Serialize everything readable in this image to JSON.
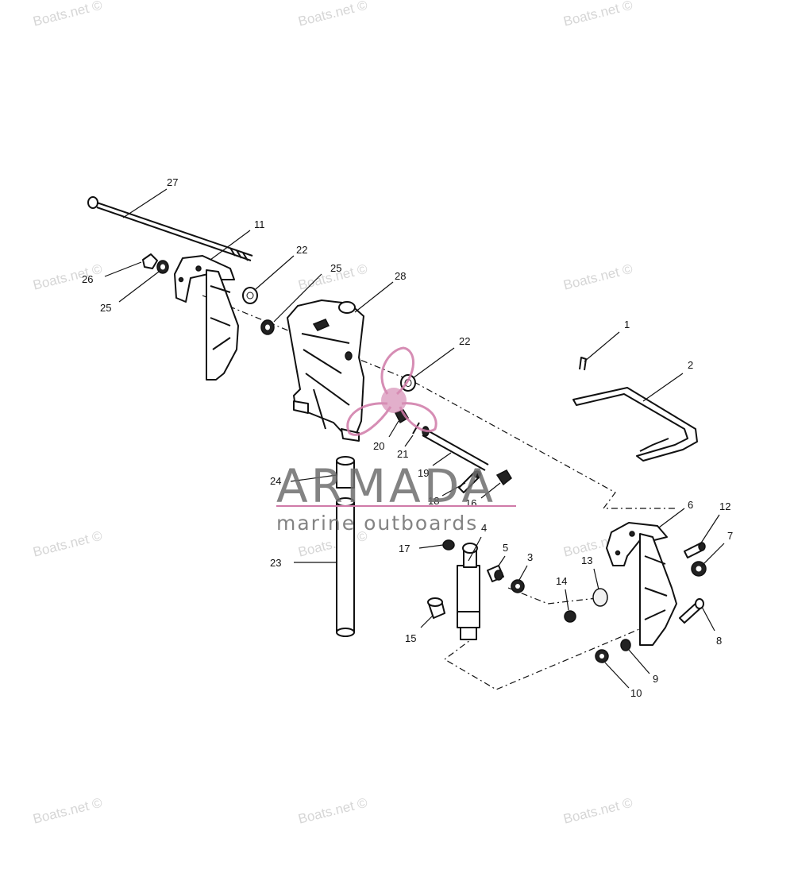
{
  "watermark": {
    "text": "Boats.net ©"
  },
  "brand": {
    "name": "ARMADA",
    "tagline": "marine outboards",
    "accent_color": "#d07aa8"
  },
  "callouts": [
    "1",
    "2",
    "3",
    "4",
    "5",
    "6",
    "7",
    "8",
    "9",
    "10",
    "11",
    "12",
    "13",
    "14",
    "15",
    "16",
    "17",
    "18",
    "19",
    "20",
    "21",
    "22",
    "22",
    "23",
    "24",
    "25",
    "25",
    "26",
    "27",
    "28"
  ]
}
